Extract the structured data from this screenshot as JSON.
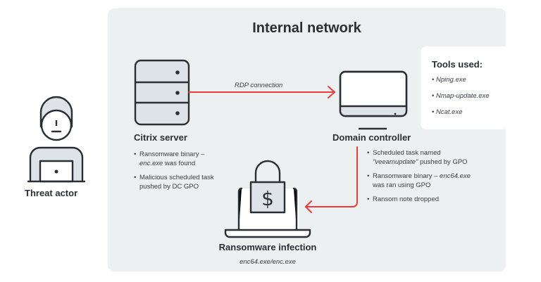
{
  "colors": {
    "panel_bg": "#edf0f1",
    "accent_red": "#ef3b3b",
    "stroke": "#2b2f33",
    "icon_fill": "#dde3e6"
  },
  "panel": {
    "title": "Internal network"
  },
  "nodes": {
    "threat_actor": {
      "label": "Threat actor",
      "icon": "hacker-laptop-icon"
    },
    "citrix_server": {
      "label": "Citrix server",
      "icon": "server-icon",
      "notes": [
        {
          "text": "Ransomware binary –",
          "italic": "enc.exe",
          "rest": " was found"
        },
        {
          "text": "Malicious scheduled task pushed by DC GPO"
        }
      ]
    },
    "domain_controller": {
      "label": "Domain controller",
      "icon": "monitor-icon",
      "notes": [
        {
          "text": "Scheduled task named",
          "italic": "\"veeamupdate\"",
          "rest": " pushed by GPO"
        },
        {
          "text": "Ransomware binary – ",
          "italic": "enc64.exe",
          "rest": "was ran using GPO"
        },
        {
          "text": "Ransom note dropped"
        }
      ]
    },
    "ransomware_infection": {
      "label": "Ransomware infection",
      "sublabel": "enc64.exe/enc.exe",
      "icon": "laptop-padlock-dollar-icon"
    }
  },
  "edges": [
    {
      "from": "citrix_server",
      "to": "domain_controller",
      "label": "RDP connection"
    },
    {
      "from": "domain_controller",
      "to": "ransomware_infection",
      "label": ""
    }
  ],
  "tools": {
    "title": "Tools used:",
    "items": [
      "Nping.exe",
      "Nmap-update.exe",
      "Ncat.exe"
    ]
  }
}
